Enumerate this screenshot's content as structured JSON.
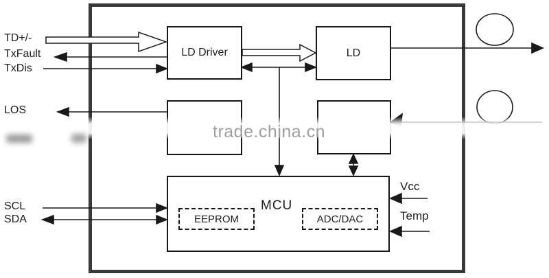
{
  "watermark": {
    "text": "trade.china.cn"
  },
  "diagram": {
    "blocks": {
      "ld_driver": {
        "label": "LD Driver"
      },
      "ld": {
        "label": "LD"
      },
      "mcu": {
        "label": "MCU"
      },
      "eeprom": {
        "label": "EEPROM"
      },
      "adc_dac": {
        "label": "ADC/DAC"
      }
    },
    "pins": {
      "left": [
        {
          "label": "TD+/-"
        },
        {
          "label": "TxFault"
        },
        {
          "label": "TxDis"
        },
        {
          "label": "LOS"
        },
        {
          "label": "SCL"
        },
        {
          "label": "SDA"
        }
      ],
      "right": [
        {
          "label": "Vcc"
        },
        {
          "label": "Temp"
        }
      ]
    },
    "colors": {
      "line": "#1a1a1a",
      "enclosure_border": "#3a3a3a",
      "watermark_text": "#9e9e9e",
      "background": "#ffffff"
    }
  }
}
